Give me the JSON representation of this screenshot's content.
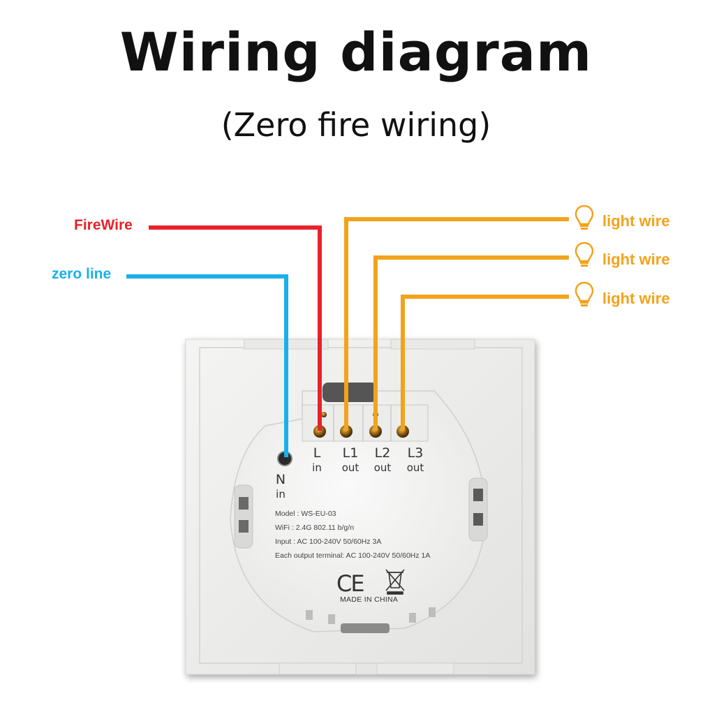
{
  "title": "Wiring diagram",
  "subtitle": "(Zero fire wiring)",
  "wires": {
    "fire": {
      "label": "FireWire",
      "color": "#e8222a"
    },
    "zero": {
      "label": "zero line",
      "color": "#1ab0ea"
    },
    "light": {
      "labels": [
        "light wire",
        "light wire",
        "light wire"
      ],
      "color": "#f2a31c"
    }
  },
  "icons": [
    "light-bulb-icon",
    "light-bulb-icon",
    "light-bulb-icon",
    "ce-mark-icon",
    "weee-bin-icon"
  ],
  "terminals": [
    {
      "name": "N",
      "sub": "in"
    },
    {
      "name": "L",
      "sub": "in"
    },
    {
      "name": "L1",
      "sub": "out"
    },
    {
      "name": "L2",
      "sub": "out"
    },
    {
      "name": "L3",
      "sub": "out"
    }
  ],
  "specs": {
    "model": "Model : WS-EU-03",
    "wifi": "WiFi : 2.4G 802.11 b/g/n",
    "input": "Input : AC 100-240V 50/60Hz 3A",
    "output": "Each output terminal: AC 100-240V 50/60Hz 1A",
    "ce": "CE",
    "made_in": "MADE IN CHINA"
  }
}
